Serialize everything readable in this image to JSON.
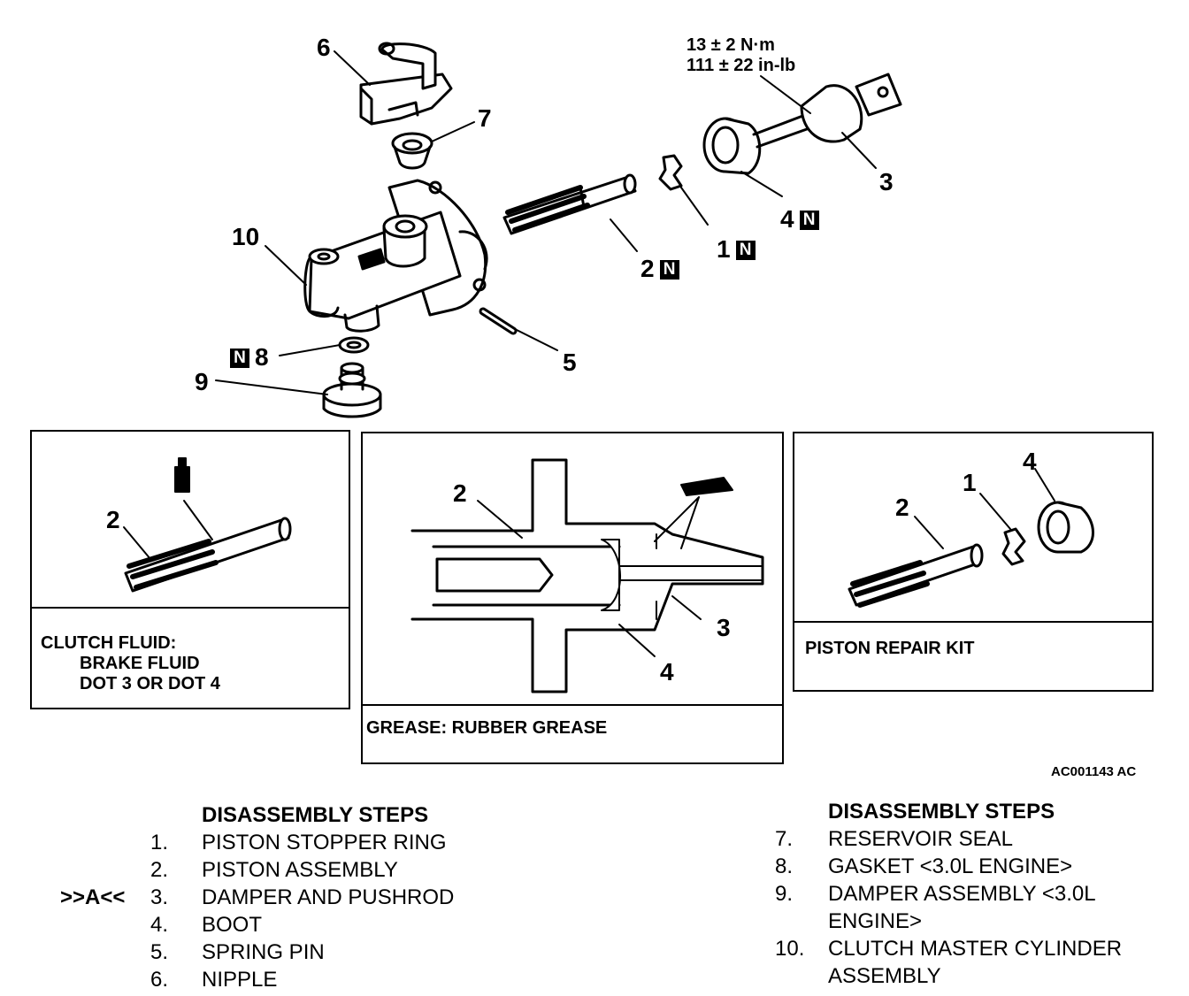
{
  "torque": {
    "line1": "13 ± 2 N·m",
    "line2": "111 ± 22 in-lb"
  },
  "new_part_mark": "N",
  "callouts": {
    "c1": "1",
    "c2": "2",
    "c3": "3",
    "c4": "4",
    "c5": "5",
    "c6": "6",
    "c7": "7",
    "c8": "8",
    "c9": "9",
    "c10": "10"
  },
  "box_fluid": {
    "number": "2",
    "line1": "CLUTCH FLUID:",
    "line2": "BRAKE FLUID",
    "line3": "DOT 3 OR DOT 4"
  },
  "box_grease": {
    "n2": "2",
    "n3": "3",
    "n4": "4",
    "label": "GREASE: RUBBER GREASE"
  },
  "box_kit": {
    "n1": "1",
    "n2": "2",
    "n4": "4",
    "label": "PISTON REPAIR KIT"
  },
  "figure_code": "AC001143 AC",
  "steps_left": {
    "heading": "DISASSEMBLY STEPS",
    "items": [
      {
        "prefix": "",
        "num": "1.",
        "text": "PISTON STOPPER RING"
      },
      {
        "prefix": "",
        "num": "2.",
        "text": "PISTON ASSEMBLY"
      },
      {
        "prefix": ">>A<<",
        "num": "3.",
        "text": "DAMPER AND PUSHROD"
      },
      {
        "prefix": "",
        "num": "4.",
        "text": "BOOT"
      },
      {
        "prefix": "",
        "num": "5.",
        "text": "SPRING PIN"
      },
      {
        "prefix": "",
        "num": "6.",
        "text": "NIPPLE"
      }
    ]
  },
  "steps_right": {
    "heading": "DISASSEMBLY STEPS",
    "items": [
      {
        "num": "7.",
        "line1": "RESERVOIR SEAL",
        "line2": ""
      },
      {
        "num": "8.",
        "line1": "GASKET <3.0L ENGINE>",
        "line2": ""
      },
      {
        "num": "9.",
        "line1": "DAMPER ASSEMBLY <3.0L",
        "line2": "ENGINE>"
      },
      {
        "num": "10.",
        "line1": "CLUTCH MASTER CYLINDER",
        "line2": "ASSEMBLY"
      }
    ]
  }
}
